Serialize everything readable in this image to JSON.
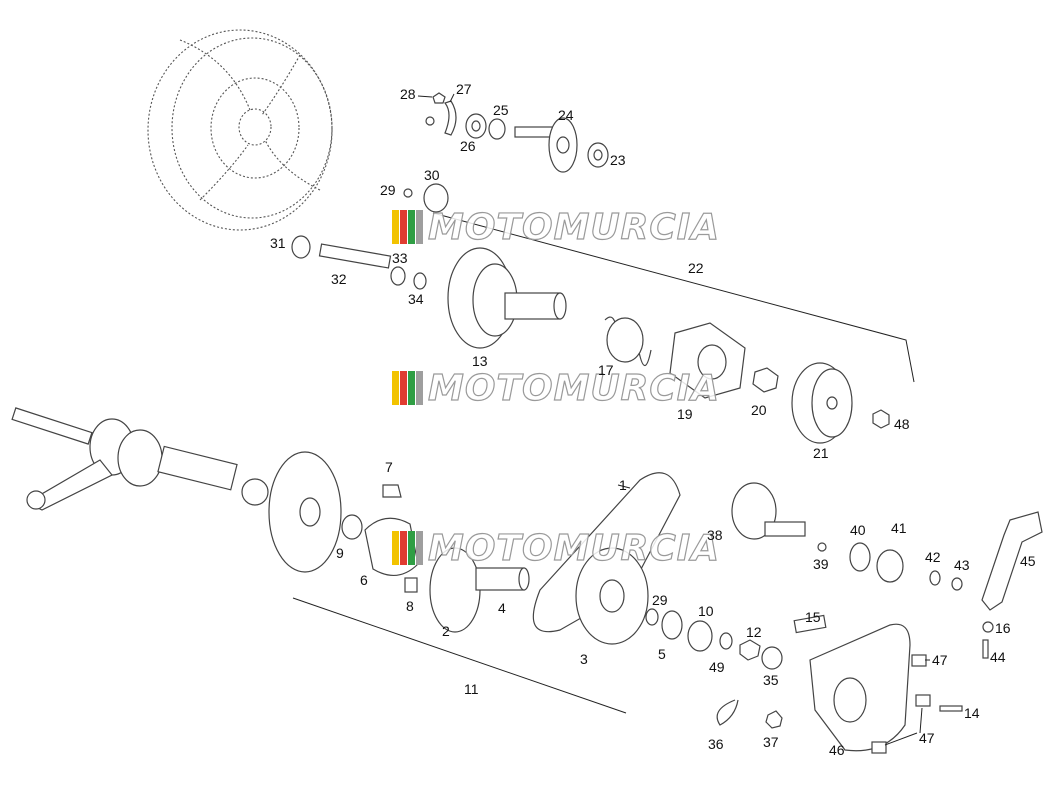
{
  "watermark": {
    "text": "MOTOMURCIA",
    "flag_colors": [
      "#f2c300",
      "#e03c31",
      "#2f9e44",
      "#9e9e9e"
    ]
  },
  "callouts": {
    "c1": "1",
    "c2": "2",
    "c3": "3",
    "c4": "4",
    "c5": "5",
    "c6": "6",
    "c7": "7",
    "c8": "8",
    "c9": "9",
    "c10": "10",
    "c11": "11",
    "c12": "12",
    "c13": "13",
    "c14": "14",
    "c15": "15",
    "c16": "16",
    "c17": "17",
    "c19": "19",
    "c20": "20",
    "c21": "21",
    "c22": "22",
    "c23": "23",
    "c24": "24",
    "c25": "25",
    "c26": "26",
    "c27": "27",
    "c28": "28",
    "c29a": "29",
    "c29b": "29",
    "c30": "30",
    "c31": "31",
    "c32": "32",
    "c33": "33",
    "c34": "34",
    "c35": "35",
    "c36": "36",
    "c37": "37",
    "c38": "38",
    "c39": "39",
    "c40": "40",
    "c41": "41",
    "c42": "42",
    "c43": "43",
    "c44": "44",
    "c45": "45",
    "c46": "46",
    "c47a": "47",
    "c47b": "47",
    "c48": "48",
    "c49": "49"
  }
}
